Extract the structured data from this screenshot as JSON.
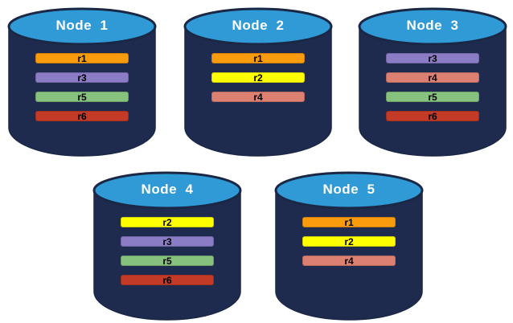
{
  "diagram": {
    "type": "database-replication-nodes",
    "background": "#ffffff"
  },
  "palette": {
    "cylinder_body": "#1E2B4E",
    "cylinder_top": "#2F9AD5",
    "cylinder_outline": "#1A2745",
    "title_text": "#ffffff",
    "bar_text": "#000000",
    "replicas": {
      "r1": "#F89B0D",
      "r2": "#FFFF00",
      "r3": "#8B7CC6",
      "r4": "#DC8172",
      "r5": "#87C17E",
      "r6": "#C33A26"
    }
  },
  "nodes": [
    {
      "title": "Node  1",
      "bars": [
        {
          "label": "r1",
          "color": "#F89B0D"
        },
        {
          "label": "r3",
          "color": "#8B7CC6"
        },
        {
          "label": "r5",
          "color": "#87C17E"
        },
        {
          "label": "r6",
          "color": "#C33A26"
        }
      ]
    },
    {
      "title": "Node  2",
      "bars": [
        {
          "label": "r1",
          "color": "#F89B0D"
        },
        {
          "label": "r2",
          "color": "#FFFF00"
        },
        {
          "label": "r4",
          "color": "#DC8172"
        }
      ]
    },
    {
      "title": "Node  3",
      "bars": [
        {
          "label": "r3",
          "color": "#8B7CC6"
        },
        {
          "label": "r4",
          "color": "#DC8172"
        },
        {
          "label": "r5",
          "color": "#87C17E"
        },
        {
          "label": "r6",
          "color": "#C33A26"
        }
      ]
    },
    {
      "title": "Node  4",
      "bars": [
        {
          "label": "r2",
          "color": "#FFFF00"
        },
        {
          "label": "r3",
          "color": "#8B7CC6"
        },
        {
          "label": "r5",
          "color": "#87C17E"
        },
        {
          "label": "r6",
          "color": "#C33A26"
        }
      ]
    },
    {
      "title": "Node  5",
      "bars": [
        {
          "label": "r1",
          "color": "#F89B0D"
        },
        {
          "label": "r2",
          "color": "#FFFF00"
        },
        {
          "label": "r4",
          "color": "#DC8172"
        }
      ]
    }
  ]
}
